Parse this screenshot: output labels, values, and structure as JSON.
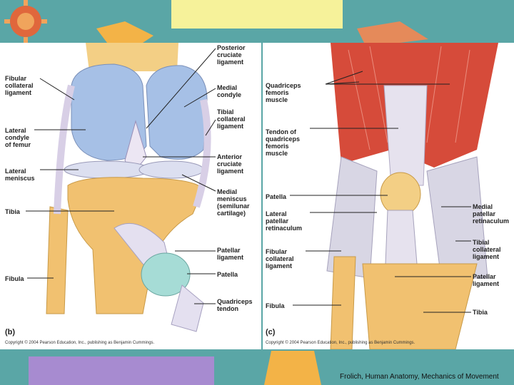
{
  "slide": {
    "footer": "Frolich, Human Anatomy, Mechanics of Movement"
  },
  "panel_b": {
    "letter": "(b)",
    "copyright": "Copyright © 2004 Pearson Education, Inc., publishing as Benjamin Cummings.",
    "labels": {
      "fibular_collateral": "Fibular\ncollateral\nligament",
      "lateral_condyle": "Lateral\ncondyle\nof femur",
      "lateral_meniscus": "Lateral\nmeniscus",
      "tibia": "Tibia",
      "fibula": "Fibula",
      "posterior_cruciate": "Posterior\ncruciate\nligament",
      "medial_condyle": "Medial\ncondyle",
      "tibial_collateral": "Tibial\ncollateral\nligament",
      "anterior_cruciate": "Anterior\ncruciate\nligament",
      "medial_meniscus": "Medial\nmeniscus\n(semilunar\ncartilage)",
      "patellar_ligament": "Patellar\nligament",
      "patella": "Patella",
      "quadriceps_tendon": "Quadriceps\ntendon"
    }
  },
  "panel_c": {
    "letter": "(c)",
    "copyright": "Copyright © 2004 Pearson Education, Inc., publishing as Benjamin Cummings.",
    "labels": {
      "quadriceps_muscle": "Quadriceps\nfemoris\nmuscle",
      "tendon_quadriceps": "Tendon of\nquadriceps\nfemoris\nmuscle",
      "patella": "Patella",
      "lateral_retinaculum": "Lateral\npatellar\nretinaculum",
      "fibular_collateral": "Fibular\ncollateral\nligament",
      "fibula": "Fibula",
      "medial_retinaculum": "Medial\npatellar\nretinaculum",
      "tibial_collateral": "Tibial\ncollateral\nligament",
      "patellar_ligament": "Patellar\nligament",
      "tibia": "Tibia"
    }
  }
}
